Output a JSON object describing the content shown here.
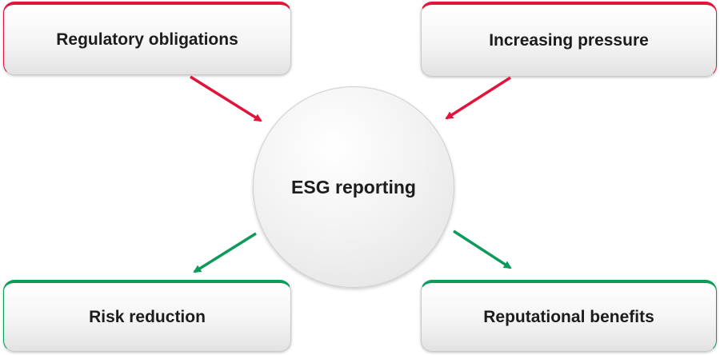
{
  "diagram": {
    "center_label": "ESG reporting",
    "inputs": [
      {
        "label": "Regulatory obligations"
      },
      {
        "label": "Increasing pressure"
      }
    ],
    "outputs": [
      {
        "label": "Risk reduction"
      },
      {
        "label": "Reputational benefits"
      }
    ]
  },
  "colors": {
    "input_accent": "#e0143c",
    "output_accent": "#0d9a5b"
  }
}
